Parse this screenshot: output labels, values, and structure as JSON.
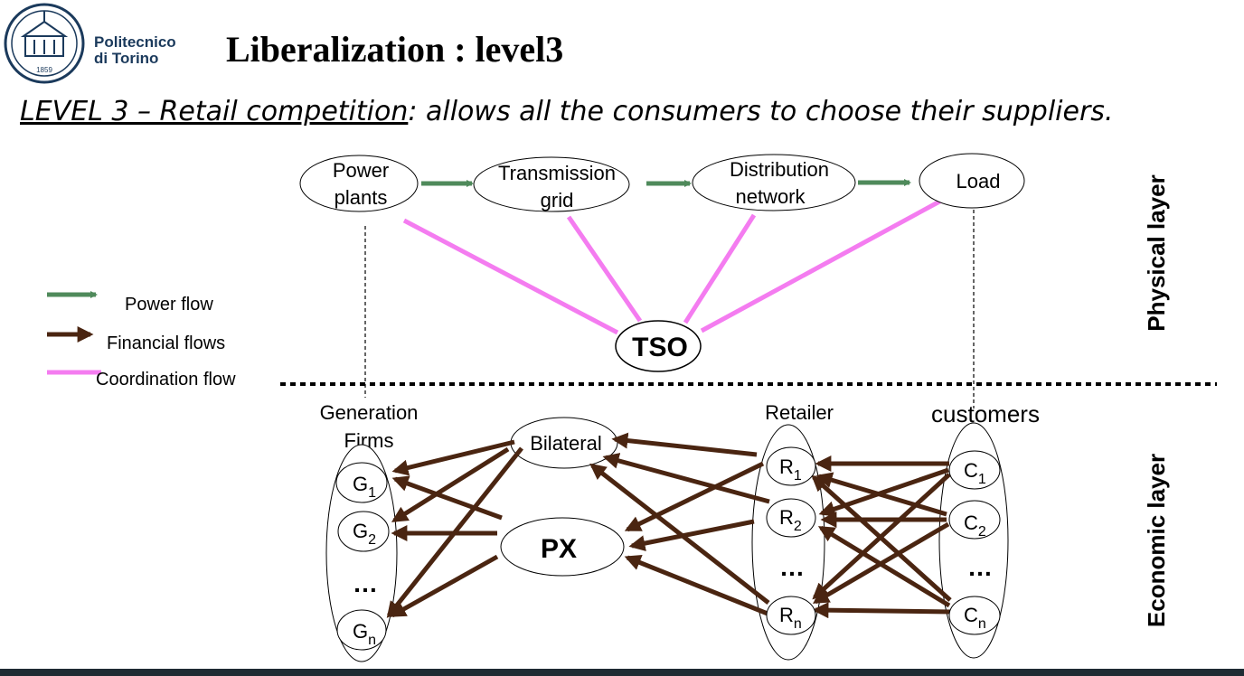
{
  "logo": {
    "line1": "Politecnico",
    "line2": "di Torino",
    "year": "1859"
  },
  "title": "Liberalization : level3",
  "subtitle": {
    "underlined": "LEVEL 3 – Retail competition",
    "rest": ": allows all the consumers to choose their suppliers."
  },
  "physical": {
    "power_plants": [
      "Power",
      "plants"
    ],
    "transmission": [
      "Transmission",
      "grid"
    ],
    "distribution": [
      "Distribution",
      "network"
    ],
    "load": "Load",
    "tso": "TSO"
  },
  "legend": {
    "power": "Power flow",
    "financial": "Financial flows",
    "coordination": "Coordination flow"
  },
  "layers": {
    "physical": "Physical layer",
    "economic": "Economic layer"
  },
  "economic": {
    "generation_header": [
      "Generation",
      "Firms"
    ],
    "retailer_header": "Retailer",
    "customers_header": "customers",
    "bilateral": "Bilateral",
    "px": "PX",
    "ellipsis": "…",
    "generators": [
      {
        "base": "G",
        "sub": "1"
      },
      {
        "base": "G",
        "sub": "2"
      },
      {
        "base": "G",
        "sub": "n"
      }
    ],
    "retailers": [
      {
        "base": "R",
        "sub": "1"
      },
      {
        "base": "R",
        "sub": "2"
      },
      {
        "base": "R",
        "sub": "n"
      }
    ],
    "customers": [
      {
        "base": "C",
        "sub": "1"
      },
      {
        "base": "C",
        "sub": "2"
      },
      {
        "base": "C",
        "sub": "n"
      }
    ]
  },
  "colors": {
    "power": "#4f8a5b",
    "financial": "#4a2511",
    "coordination": "#f47cf0",
    "logo": "#1b3a5c"
  }
}
